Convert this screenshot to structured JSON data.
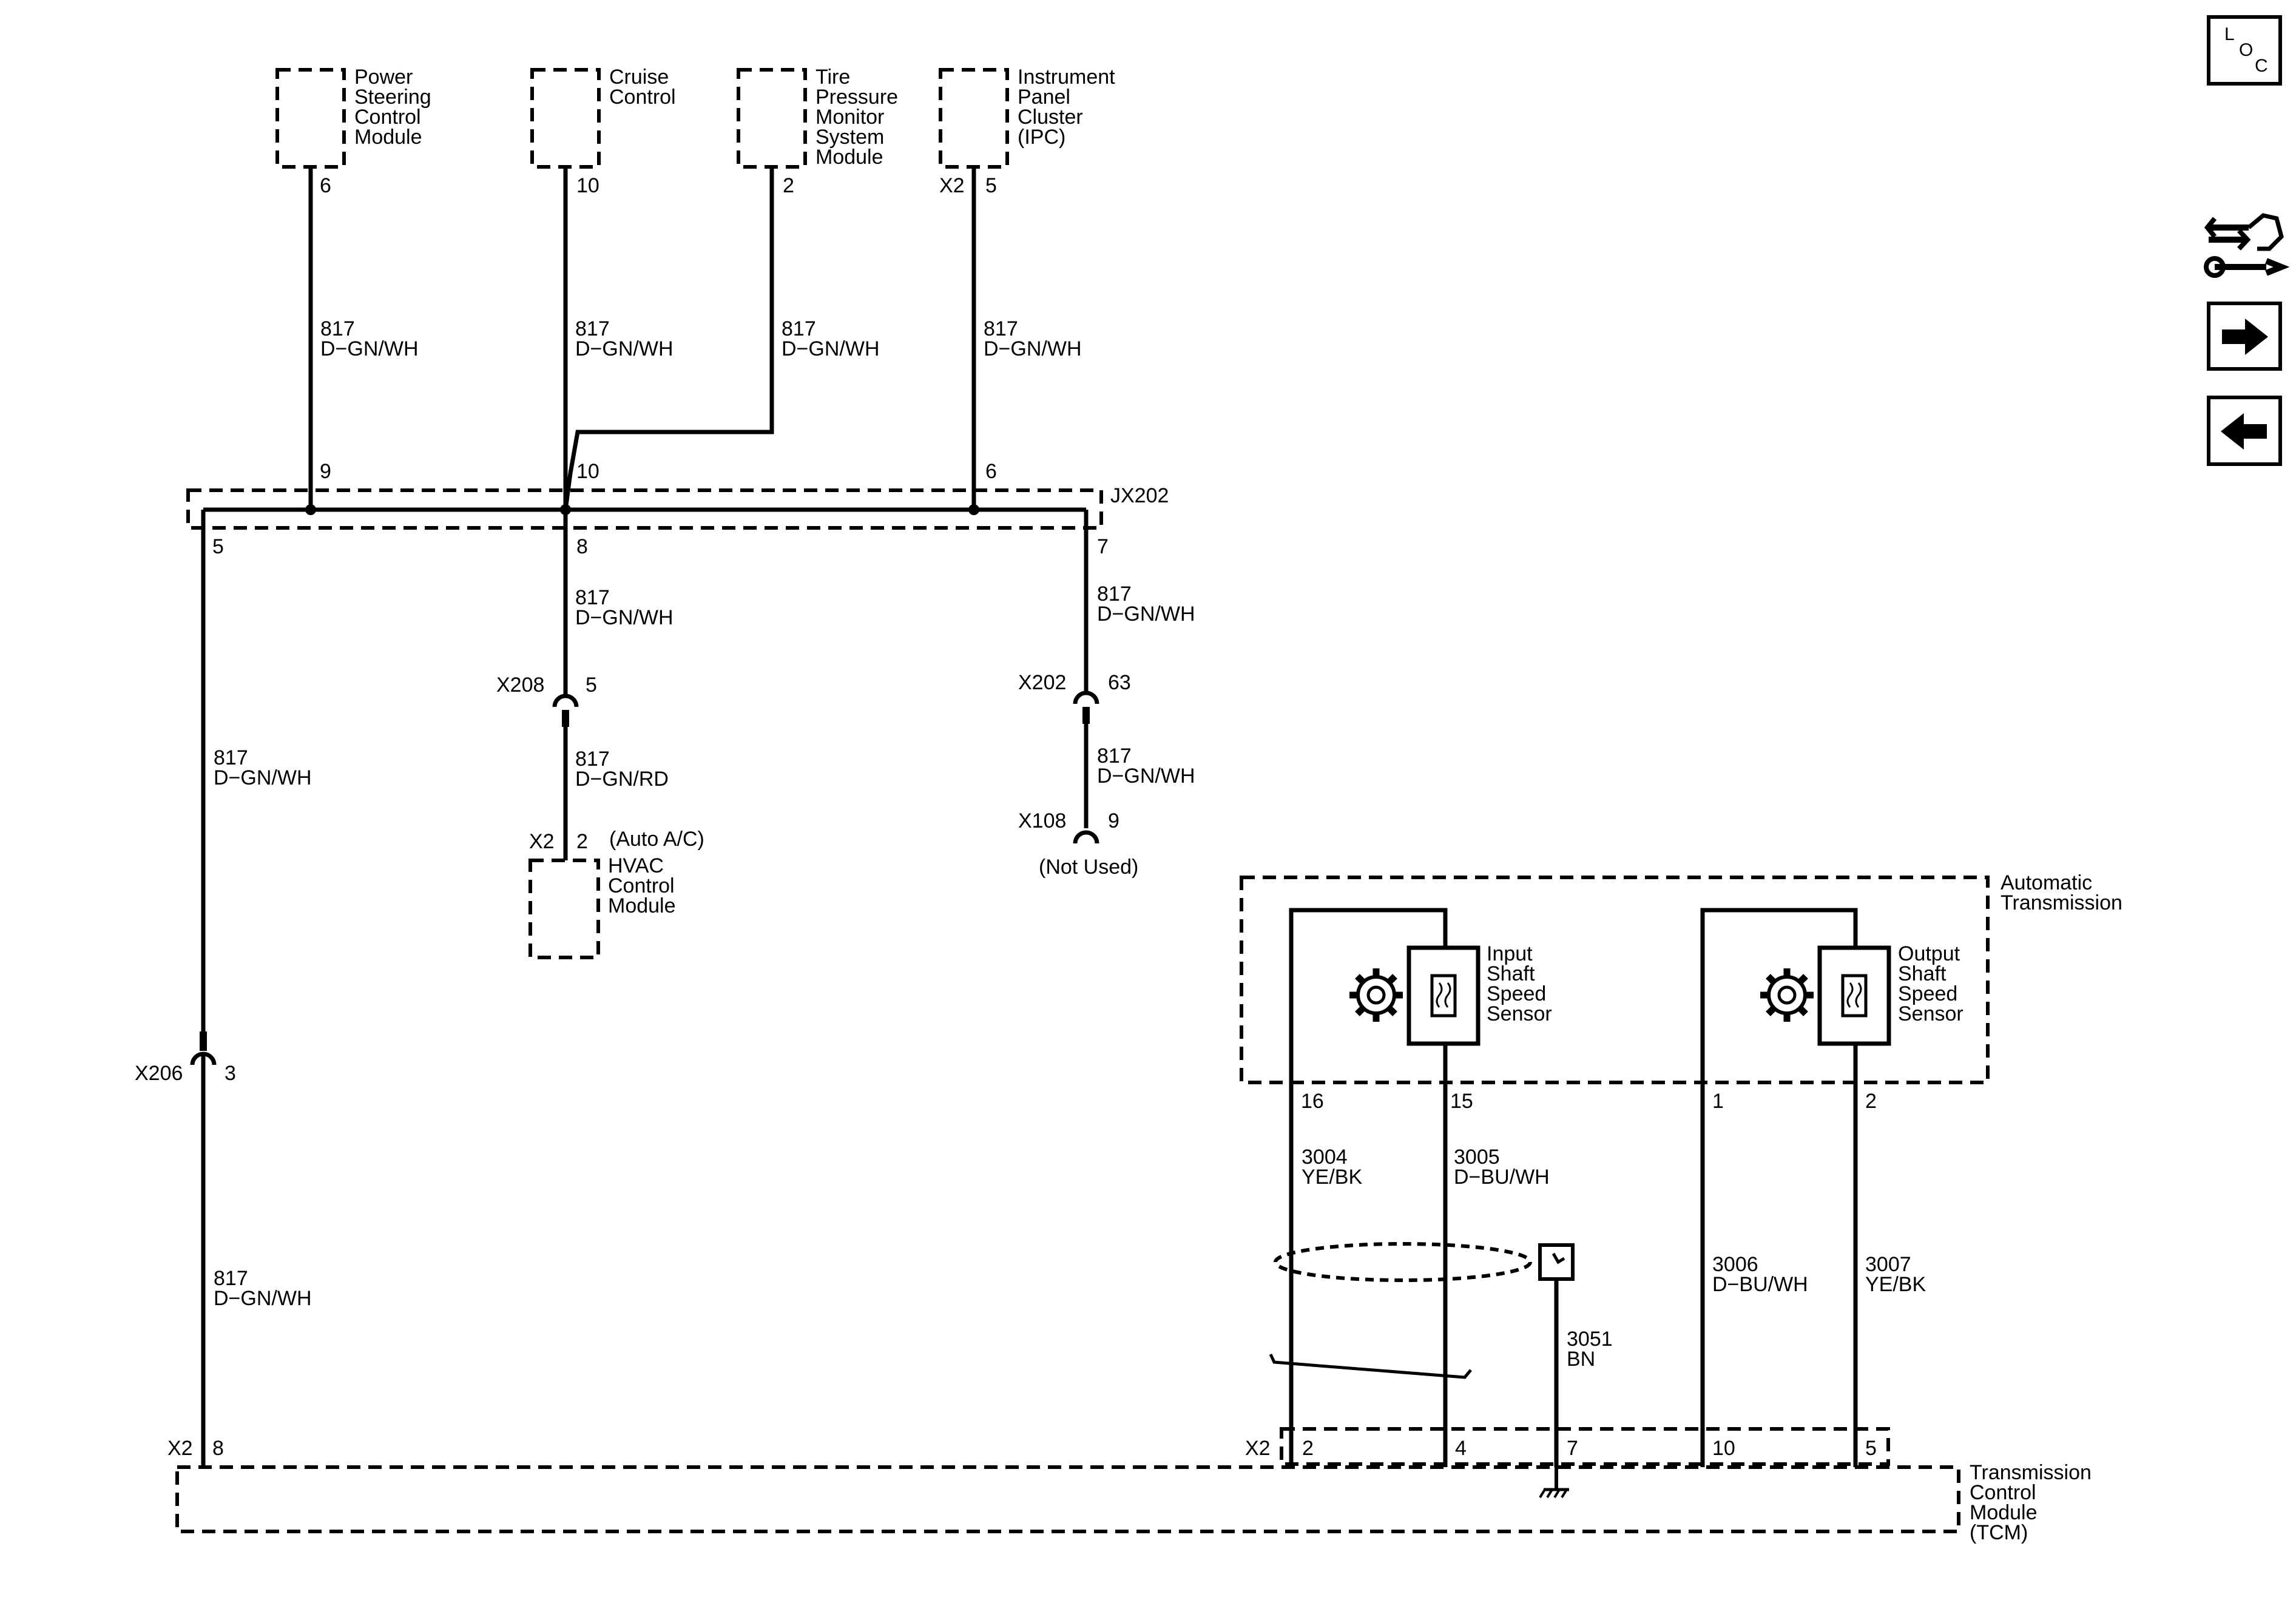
{
  "components": {
    "power_steering": [
      "Power",
      "Steering",
      "Control",
      "Module"
    ],
    "cruise": [
      "Cruise",
      "Control"
    ],
    "tpms": [
      "Tire",
      "Pressure",
      "Monitor",
      "System",
      "Module"
    ],
    "ipc": [
      "Instrument",
      "Panel",
      "Cluster",
      "(IPC)"
    ],
    "hvac": [
      "HVAC",
      "Control",
      "Module"
    ],
    "hvac_note": "(Auto A/C)",
    "auto_trans": [
      "Automatic",
      "Transmission"
    ],
    "input_sensor": [
      "Input",
      "Shaft",
      "Speed",
      "Sensor"
    ],
    "output_sensor": [
      "Output",
      "Shaft",
      "Speed",
      "Sensor"
    ],
    "tcm": [
      "Transmission",
      "Control",
      "Module",
      "(TCM)"
    ],
    "not_used": "(Not Used)"
  },
  "splice": "JX202",
  "connectors": {
    "x2": "X2",
    "x208": "X208",
    "x202": "X202",
    "x108": "X108",
    "x206": "X206"
  },
  "pins": {
    "psc": "6",
    "cruise": "10",
    "tpms": "2",
    "ipc": "5",
    "jx_in_psc": "9",
    "jx_in_cruise": "10",
    "jx_in_ipc": "6",
    "jx_out_left": "5",
    "jx_out_mid": "8",
    "jx_out_right": "7",
    "x208": "5",
    "x202": "63",
    "x108": "9",
    "hvac": "2",
    "x206": "3",
    "tcm_8": "8",
    "trans_16": "16",
    "trans_15": "15",
    "trans_1": "1",
    "trans_2": "2",
    "tcm_2": "2",
    "tcm_4": "4",
    "tcm_7": "7",
    "tcm_10": "10",
    "tcm_5": "5"
  },
  "wires": {
    "c817": "817",
    "gnwh": "D−GN/WH",
    "gnrd": "D−GN/RD",
    "c3004": "3004",
    "c3004_color": "YE/BK",
    "c3005": "3005",
    "c3005_color": "D−BU/WH",
    "c3006": "3006",
    "c3006_color": "D−BU/WH",
    "c3007": "3007",
    "c3007_color": "YE/BK",
    "c3051": "3051",
    "c3051_color": "BN"
  },
  "nav": {
    "loc_l": "L",
    "loc_o": "O",
    "loc_c": "C"
  }
}
